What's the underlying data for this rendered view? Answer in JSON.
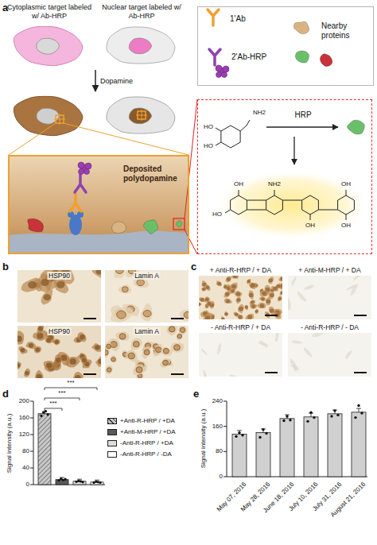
{
  "diagram": {
    "nodes": [
      {
        "text": [
          "1'Ab",
          "2'Ab-HRP",
          "Nearby proteins"
        ]
      },
      {
        "text": [
          "Deposited polydopamine"
        ]
      },
      {
        "text": [
          "HRP"
        ]
      },
      {
        "text": [
          "HSP90"
        ]
      },
      {
        "text": [
          "Lamin A"
        ]
      },
      {
        "text": [
          "HSP90"
        ]
      },
      {
        "text": [
          "Lamin A"
        ]
      },
      {
        "text": [
          "+ Anti-R-HRP / + DA"
        ]
      },
      {
        "text": [
          "+ Anti-M-HRP / + DA"
        ]
      },
      {
        "text": [
          "- Anti-R-HRP / + DA"
        ]
      },
      {
        "text": [
          "- Anti-R-HRP / - DA"
        ]
      }
    ],
    "labels": [
      "a",
      "Cytoplasmic target labeled w/ Ab-HRP",
      "Nuclear target labeled w/ Ab-HRP",
      "Dopamine",
      "NH2",
      "HO",
      "HO",
      "HO",
      "OH",
      "NH2",
      "OH",
      "OH",
      "OH",
      "b",
      "c",
      "d",
      "Signal intensity (a.u.)",
      "0",
      "40",
      "80",
      "120",
      "160",
      "200",
      "***",
      "***",
      "***",
      "e",
      "Signal intensity (a.u.)",
      "0",
      "80",
      "160",
      "240",
      "May 07, 2016",
      "May 28, 2016",
      "June 18, 2016",
      "July 10, 2016",
      "July 31, 2016",
      "August 21, 2016"
    ],
    "legend": [
      {
        "text": "+Anti-R-HRP / +DA",
        "color": "#c8c8c8"
      },
      {
        "text": "+Anti-M-HRP / +DA",
        "color": "#595959"
      },
      {
        "text": "-Anti-R-HRP / +DA",
        "color": "#dcdcdc"
      },
      {
        "text": "-Anti-R-HRP / -DA",
        "color": "#ffffff"
      }
    ]
  }
}
